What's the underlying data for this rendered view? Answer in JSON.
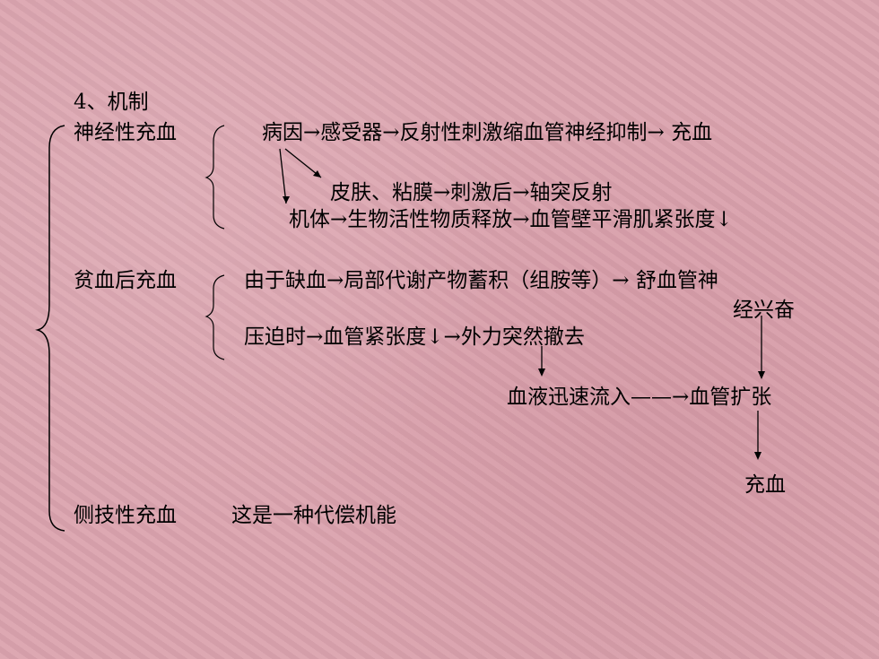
{
  "heading": "4、机制",
  "neural": {
    "label": "神经性充血",
    "line1": "病因→感受器→反射性刺激缩血管神经抑制→ 充血",
    "line2": "皮肤、粘膜→刺激后→轴突反射",
    "line3": "机体→生物活性物质释放→血管壁平滑肌紧张度↓"
  },
  "post_anemia": {
    "label": "贫血后充血",
    "line1": "由于缺血→局部代谢产物蓄积（组胺等）→ 舒血管神",
    "line1_cont": "经兴奋",
    "line2": "压迫时→血管紧张度↓→外力突然撤去",
    "line3": "血液迅速流入——→血管扩张",
    "result": "充血"
  },
  "collateral": {
    "label": "侧技性充血",
    "text": "这是一种代偿机能"
  }
}
